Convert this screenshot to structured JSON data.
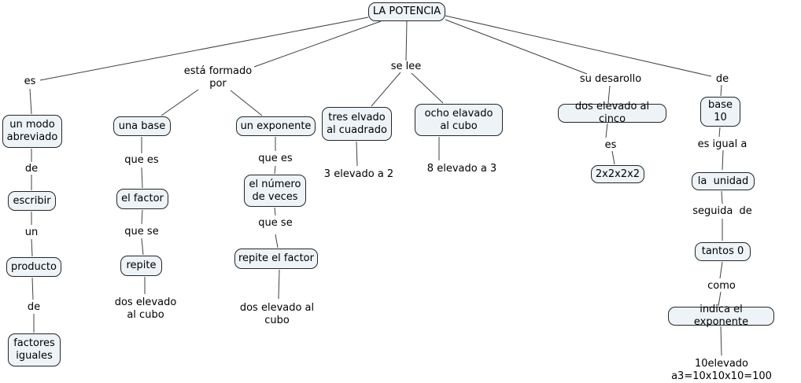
{
  "root": {
    "label": "LA POTENCIA"
  },
  "branches": {
    "es": {
      "link": "es",
      "node1": "un modo abreviado",
      "link2": "de",
      "node2": "escribir",
      "link3": "un",
      "node3": "producto",
      "link4": "de",
      "node4": "factores iguales"
    },
    "formado": {
      "link": "está formado por",
      "base": {
        "node": "una base",
        "link1": "que es",
        "node1": "el factor",
        "link2": "que se",
        "node2": "repite",
        "example": "dos elevado al cubo"
      },
      "exponente": {
        "node": "un exponente",
        "link1": "que es",
        "node1": "el número de veces",
        "link2": "que se",
        "node2": "repite el factor",
        "example": "dos elevado al cubo"
      }
    },
    "se_lee": {
      "link": "se lee",
      "left": {
        "node": "tres elvado al cuadrado",
        "example": "3 elevado a 2"
      },
      "right": {
        "node": "ocho elavado al cubo",
        "example": "8 elevado a 3"
      }
    },
    "desarrollo": {
      "link": "su desarollo",
      "node1": "dos elevado al cinco",
      "link2": "es",
      "node2": "2x2x2x2"
    },
    "de": {
      "link": "de",
      "node1": "base 10",
      "link2": "es igual a",
      "node2": "la  unidad",
      "link3": "seguida  de",
      "node3": "tantos 0",
      "link4": "como",
      "node4": "indica el exponente",
      "example": "10elevado a3=10x10x10=100"
    }
  },
  "colors": {
    "node_fill": "#edf3f7",
    "node_border": "#262626",
    "line": "#404040",
    "text": "#000000",
    "background": "#ffffff"
  }
}
